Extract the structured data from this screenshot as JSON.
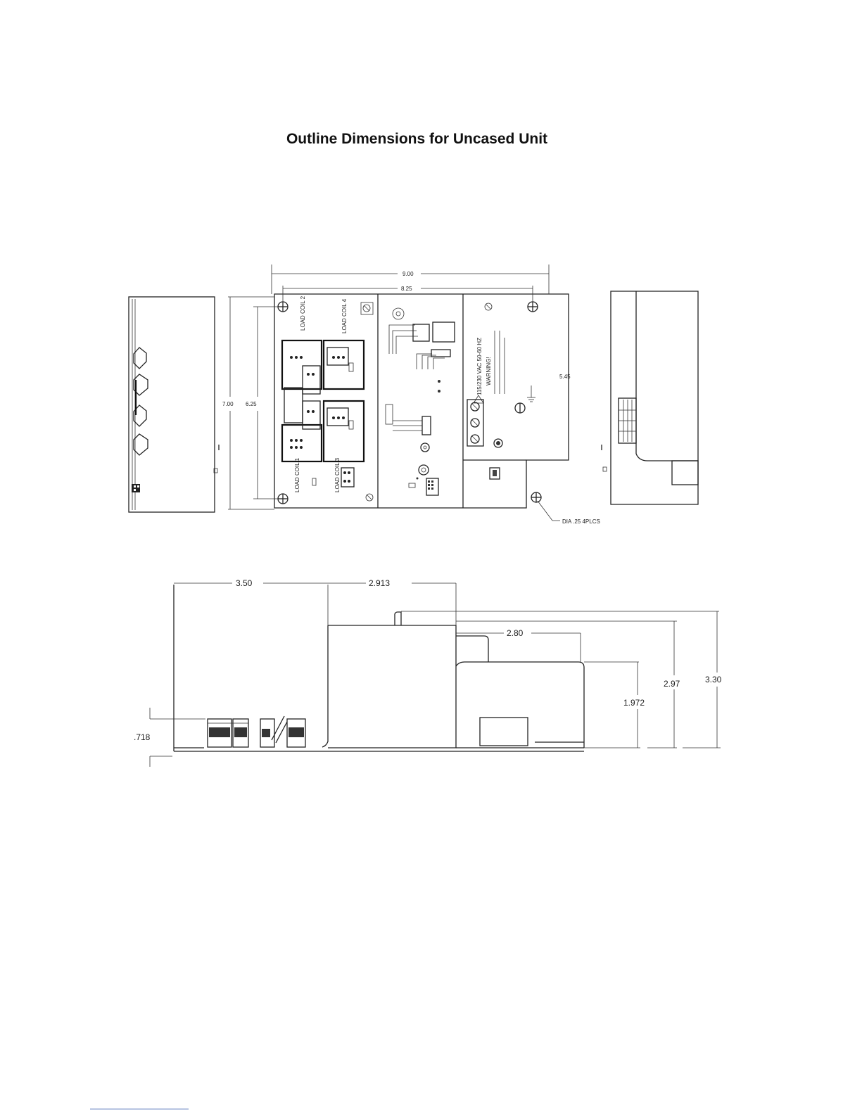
{
  "title": "Outline Dimensions for Uncased Unit",
  "top_view": {
    "dimensions": {
      "overall_width": "9.00",
      "hole_spacing_width": "8.25",
      "overall_height": "7.00",
      "hole_spacing_height": "6.25",
      "right_height": "5.45"
    },
    "hole_callout": "DIA .25 4PLCS",
    "board_labels": {
      "load_coil_2": "LOAD COIL 2",
      "load_coil_4": "LOAD COIL 4",
      "load_coil_1": "LOAD COIL 1",
      "load_coil_3": "LOAD COIL 3",
      "voltage_rating": "115/230 VAC 50-60 HZ",
      "warning": "WARNING!"
    }
  },
  "side_view": {
    "dimensions": {
      "left_width": "3.50",
      "middle_width": "2.913",
      "right_width": "2.80",
      "height_1": "1.972",
      "height_2": "2.97",
      "height_3": "3.30",
      "base_height": ".718"
    }
  }
}
